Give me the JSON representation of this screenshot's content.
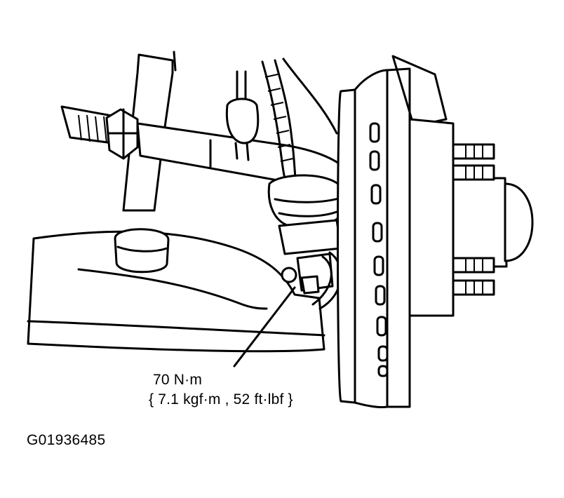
{
  "torque_callout": {
    "line1": "70 N·m",
    "line2": "{ 7.1 kgf·m , 52 ft·lbf }"
  },
  "figure_id": "G01936485"
}
